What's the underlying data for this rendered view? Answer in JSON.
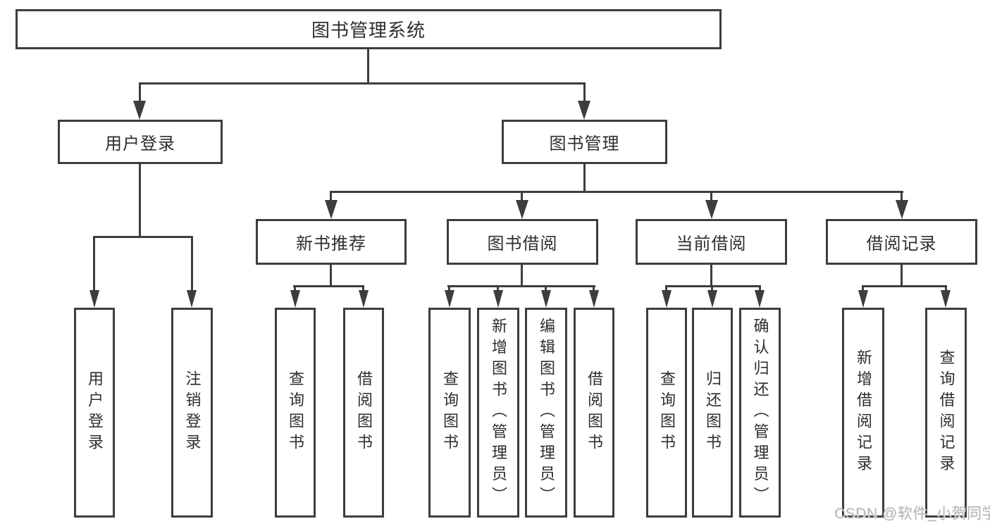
{
  "tree": {
    "root": {
      "label": "图书管理系统"
    },
    "branches": [
      {
        "label": "用户登录",
        "children": [
          {
            "label": "用户登录"
          },
          {
            "label": "注销登录"
          }
        ]
      },
      {
        "label": "图书管理",
        "children": [
          {
            "label": "新书推荐",
            "children": [
              {
                "label": "查询图书"
              },
              {
                "label": "借阅图书"
              }
            ]
          },
          {
            "label": "图书借阅",
            "children": [
              {
                "label": "查询图书"
              },
              {
                "label": "新增图书（管理员）"
              },
              {
                "label": "编辑图书（管理员）"
              },
              {
                "label": "借阅图书"
              }
            ]
          },
          {
            "label": "当前借阅",
            "children": [
              {
                "label": "查询图书"
              },
              {
                "label": "归还图书"
              },
              {
                "label": "确认归还（管理员）"
              }
            ]
          },
          {
            "label": "借阅记录",
            "children": [
              {
                "label": "新增借阅记录"
              },
              {
                "label": "查询借阅记录"
              }
            ]
          }
        ]
      }
    ]
  },
  "watermark": "CSDN @软件_小贺同学",
  "colors": {
    "line": "#3d3d3d",
    "text": "#2e2e2e",
    "watermark": "#b8b8b8",
    "background": "#ffffff"
  }
}
